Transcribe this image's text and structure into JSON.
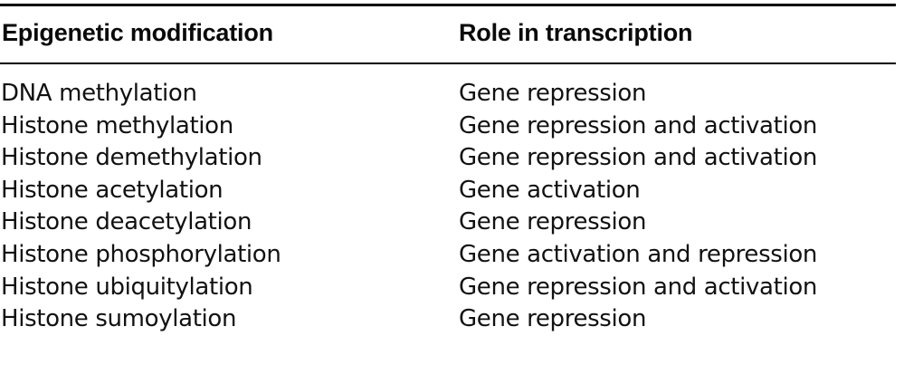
{
  "figure": {
    "kind": "two-column-table",
    "background_color": "#ffffff",
    "text_color": "#000000",
    "rule_color": "#000000"
  },
  "table": {
    "columns": [
      {
        "key": "modification",
        "header": "Epigenetic modification"
      },
      {
        "key": "role",
        "header": "Role in transcription"
      }
    ],
    "rows": [
      {
        "modification": "DNA methylation",
        "role": "Gene repression"
      },
      {
        "modification": "Histone methylation",
        "role": "Gene repression and activation"
      },
      {
        "modification": "Histone demethylation",
        "role": "Gene repression and activation"
      },
      {
        "modification": "Histone acetylation",
        "role": "Gene activation"
      },
      {
        "modification": "Histone deacetylation",
        "role": "Gene repression"
      },
      {
        "modification": "Histone phosphorylation",
        "role": "Gene activation and repression"
      },
      {
        "modification": "Histone ubiquitylation",
        "role": "Gene repression and activation"
      },
      {
        "modification": "Histone sumoylation",
        "role": "Gene repression"
      }
    ]
  }
}
